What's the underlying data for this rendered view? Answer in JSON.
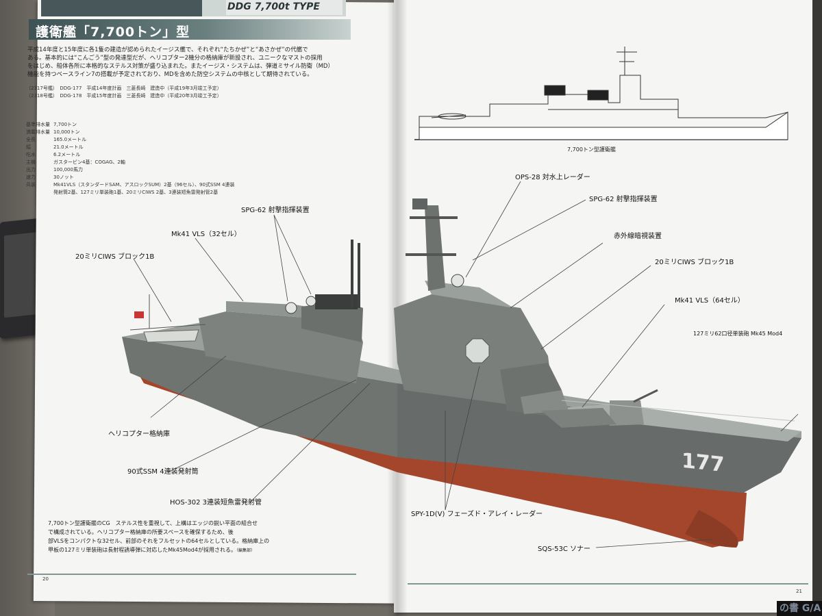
{
  "header": {
    "eng_type": "DDG 7,700t TYPE",
    "title": "護衛艦「7,700トン」型"
  },
  "intro": [
    "平成14年度と15年度に各1隻の建造が認められたイージス艦で、それぞれ“たちかぜ”と“あさかぜ”の代艦で",
    "ある。基本的には“こんごう”型の発達型だが、ヘリコプター2機分の格納庫が新設され、ユニークなマストの採用",
    "をはじめ、船体各所に本格的なステルス対策が盛り込まれた。またイージス・システムは、弾道ミサイル防衛（MD）",
    "機能を持つベースライン7の搭載が予定されており、MDを含めた防空システムの中核として期待されている。"
  ],
  "meta": [
    "（2317号艦）　DDG-177　平成14年度計画　三菱長崎　建造中（平成19年3月竣工予定）",
    "（2318号艦）　DDG-178　平成15年度計画　三菱長崎　建造中（平成20年3月竣工予定）"
  ],
  "specs": [
    {
      "k": "基準排水量",
      "v": "7,700トン"
    },
    {
      "k": "満載排水量",
      "v": "10,000トン"
    },
    {
      "k": "全長",
      "v": "165.0メートル"
    },
    {
      "k": "幅",
      "v": "21.0メートル"
    },
    {
      "k": "吃水",
      "v": "6.2メートル"
    },
    {
      "k": "主機",
      "v": "ガスタービン4基：COGAG、2軸"
    },
    {
      "k": "出力",
      "v": "100,000馬力"
    },
    {
      "k": "速力",
      "v": "30ノット"
    },
    {
      "k": "兵装",
      "v": "Mk41VLS（スタンダードSAM、アスロックSUM）2基（96セル）、90式SSM 4連装"
    },
    {
      "k": "",
      "v": "発射筒2基、127ミリ単装砲1基、20ミリCIWS 2基、3連装短魚雷発射管2基"
    }
  ],
  "labels": {
    "spg62_left": "SPG-62 射撃指揮装置",
    "mk41_32": "Mk41 VLS（32セル）",
    "ciws_left": "20ミリCIWS ブロック1B",
    "heli_hangar": "ヘリコプター格納庫",
    "ssm90": "90式SSM 4連装発射筒",
    "hos302": "HOS-302 3連装短魚雷発射管",
    "ops28": "OPS-28 対水上レーダー",
    "spg62_right": "SPG-62 射撃指揮装置",
    "ir_warning": "赤外線暗視装置",
    "ciws_right": "20ミリCIWS ブロック1B",
    "mk41_64": "Mk41 VLS（64セル）",
    "gun127": "127ミリ62口径単装砲 Mk45 Mod4",
    "spy1d": "SPY-1D(V) フェーズド・アレイ・レーダー",
    "sqs53c": "SQS-53C ソナー"
  },
  "hull_number": "177",
  "elevation_caption": "7,700トン型護衛艦",
  "caption": [
    "7,700トン型護衛艦のCG　ステルス性を重視して、上構はエッジの鋭い平面の組合せ",
    "で構成されている。ヘリコプター格納庫の所要スペースを確保するため、後",
    "部VLSをコンパクトな32セル、前部のそれをフルセットの64セルとしている。格納庫上の",
    "甲板の127ミリ単装砲は長射程誘導弾に対応したMk45Mod4が採用される。"
  ],
  "caption_credit": "（編集部）",
  "page_numbers": {
    "left": "20",
    "right": "21"
  },
  "scan_strip": "の書 G/A",
  "colors": {
    "hull_grey": "#6f7471",
    "boot_red": "#a4462c",
    "title_bar": "#3e5154"
  }
}
